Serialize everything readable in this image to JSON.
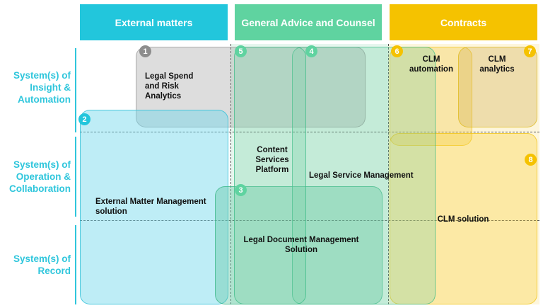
{
  "columns": [
    {
      "label": "External matters",
      "color": "#22c6dc"
    },
    {
      "label": "General Advice and Counsel",
      "color": "#5fd3a0"
    },
    {
      "label": "Contracts",
      "color": "#f5c200"
    }
  ],
  "rows": [
    {
      "label": "System(s) of Insight & Automation"
    },
    {
      "label": "System(s) of Operation & Collaboration"
    },
    {
      "label": "System(s) of Record"
    }
  ],
  "systems": [
    {
      "num": "1",
      "label": "Legal Spend and Risk Analytics"
    },
    {
      "num": "2",
      "label": "External Matter Management solution"
    },
    {
      "num": "3",
      "label": "Legal Document Management Solution"
    },
    {
      "num": "4",
      "label": "Legal Service Management"
    },
    {
      "num": "5",
      "label": "Content Services Platform"
    },
    {
      "num": "6",
      "label": "CLM automation"
    },
    {
      "num": "7",
      "label": "CLM analytics"
    },
    {
      "num": "8",
      "label": "CLM solution"
    }
  ]
}
